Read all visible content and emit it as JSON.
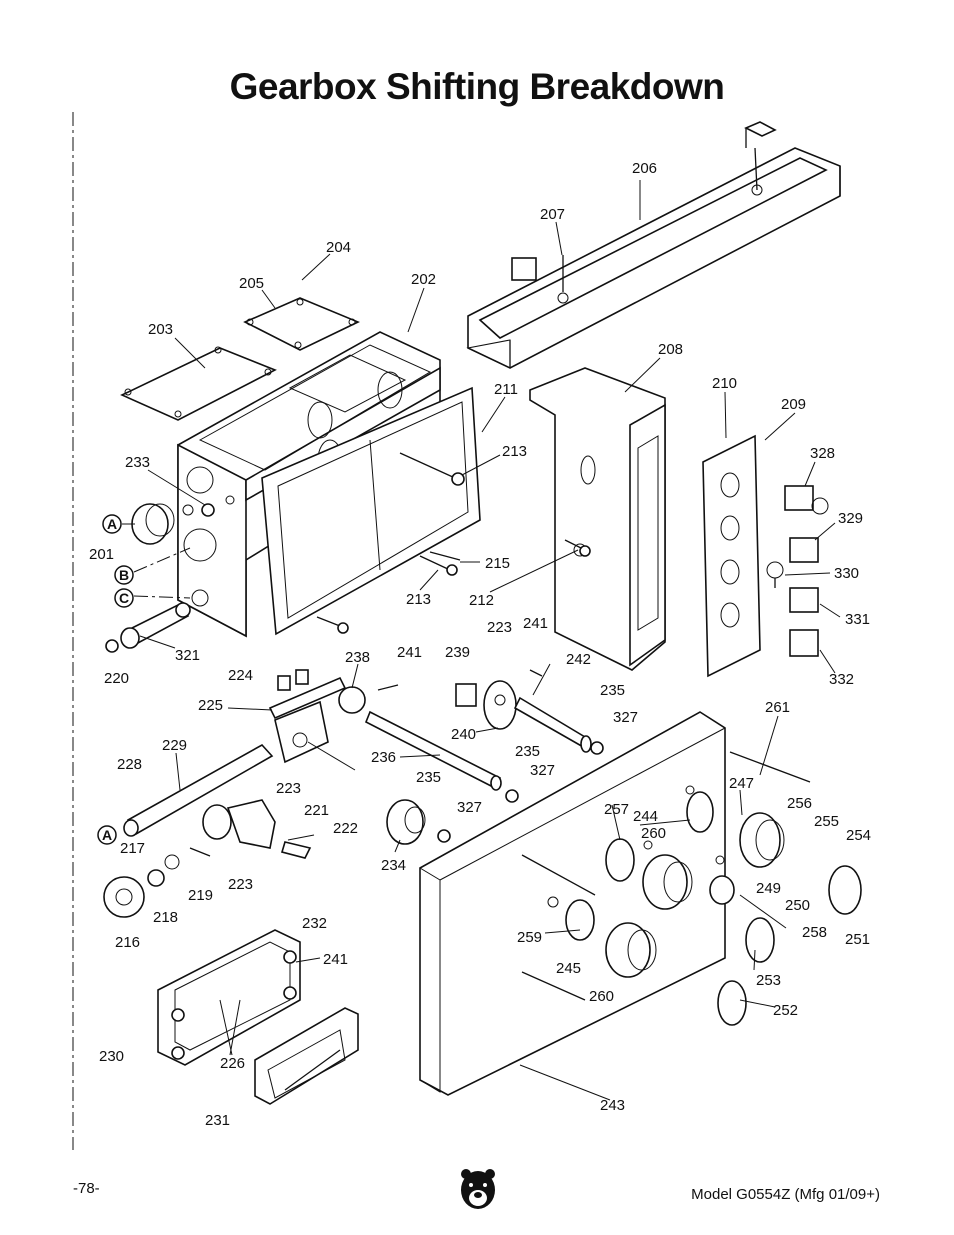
{
  "title": "Gearbox Shifting Breakdown",
  "footer": {
    "page_number": "-78-",
    "model": "Model G0554Z (Mfg 01/09+)"
  },
  "logo": {
    "icon": "grizzly-bear-logo-icon"
  },
  "view_markers": [
    "A",
    "B",
    "C",
    "A"
  ],
  "part_labels": [
    "206",
    "207",
    "204",
    "205",
    "202",
    "203",
    "208",
    "210",
    "209",
    "211",
    "213",
    "328",
    "233",
    "329",
    "201",
    "215",
    "330",
    "213",
    "212",
    "331",
    "321",
    "223",
    "241",
    "220",
    "242",
    "332",
    "224",
    "238",
    "241",
    "239",
    "235",
    "225",
    "261",
    "240",
    "327",
    "229",
    "236",
    "235",
    "228",
    "327",
    "247",
    "223",
    "235",
    "256",
    "221",
    "327",
    "255",
    "222",
    "257",
    "244",
    "254",
    "217",
    "260",
    "219",
    "223",
    "234",
    "249",
    "250",
    "251",
    "216",
    "218",
    "258",
    "259",
    "232",
    "245",
    "241",
    "253",
    "260",
    "252",
    "230",
    "226",
    "243",
    "231"
  ]
}
